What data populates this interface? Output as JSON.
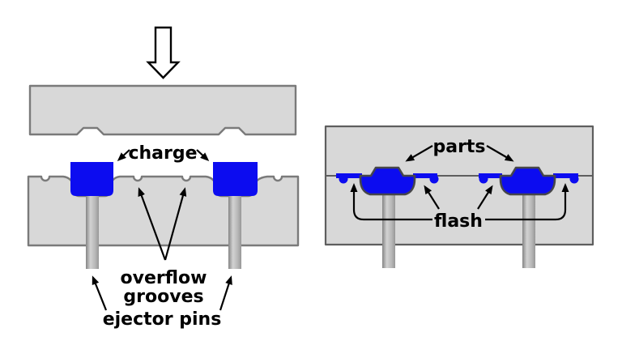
{
  "diagram": {
    "open_mold": {
      "labels": {
        "charge": "charge",
        "overflow_grooves_line1": "overflow",
        "overflow_grooves_line2": "grooves",
        "ejector_pins": "ejector pins"
      }
    },
    "closed_mold": {
      "labels": {
        "parts": "parts",
        "flash": "flash"
      }
    }
  },
  "colors": {
    "background": "#ffffff",
    "mold_fill": "#d8d8d8",
    "mold_stroke": "#7a7a7a",
    "block_stroke": "#5e5e5e",
    "material_blue": "#0c0cf0",
    "part_stroke": "#46464a",
    "pin_edge": "#848484",
    "pin_mid": "#d2d2d2",
    "pin_shade": "#979797",
    "arrow_color": "#000000",
    "text_color": "#000000",
    "press_arrow_fill": "#ffffff"
  }
}
